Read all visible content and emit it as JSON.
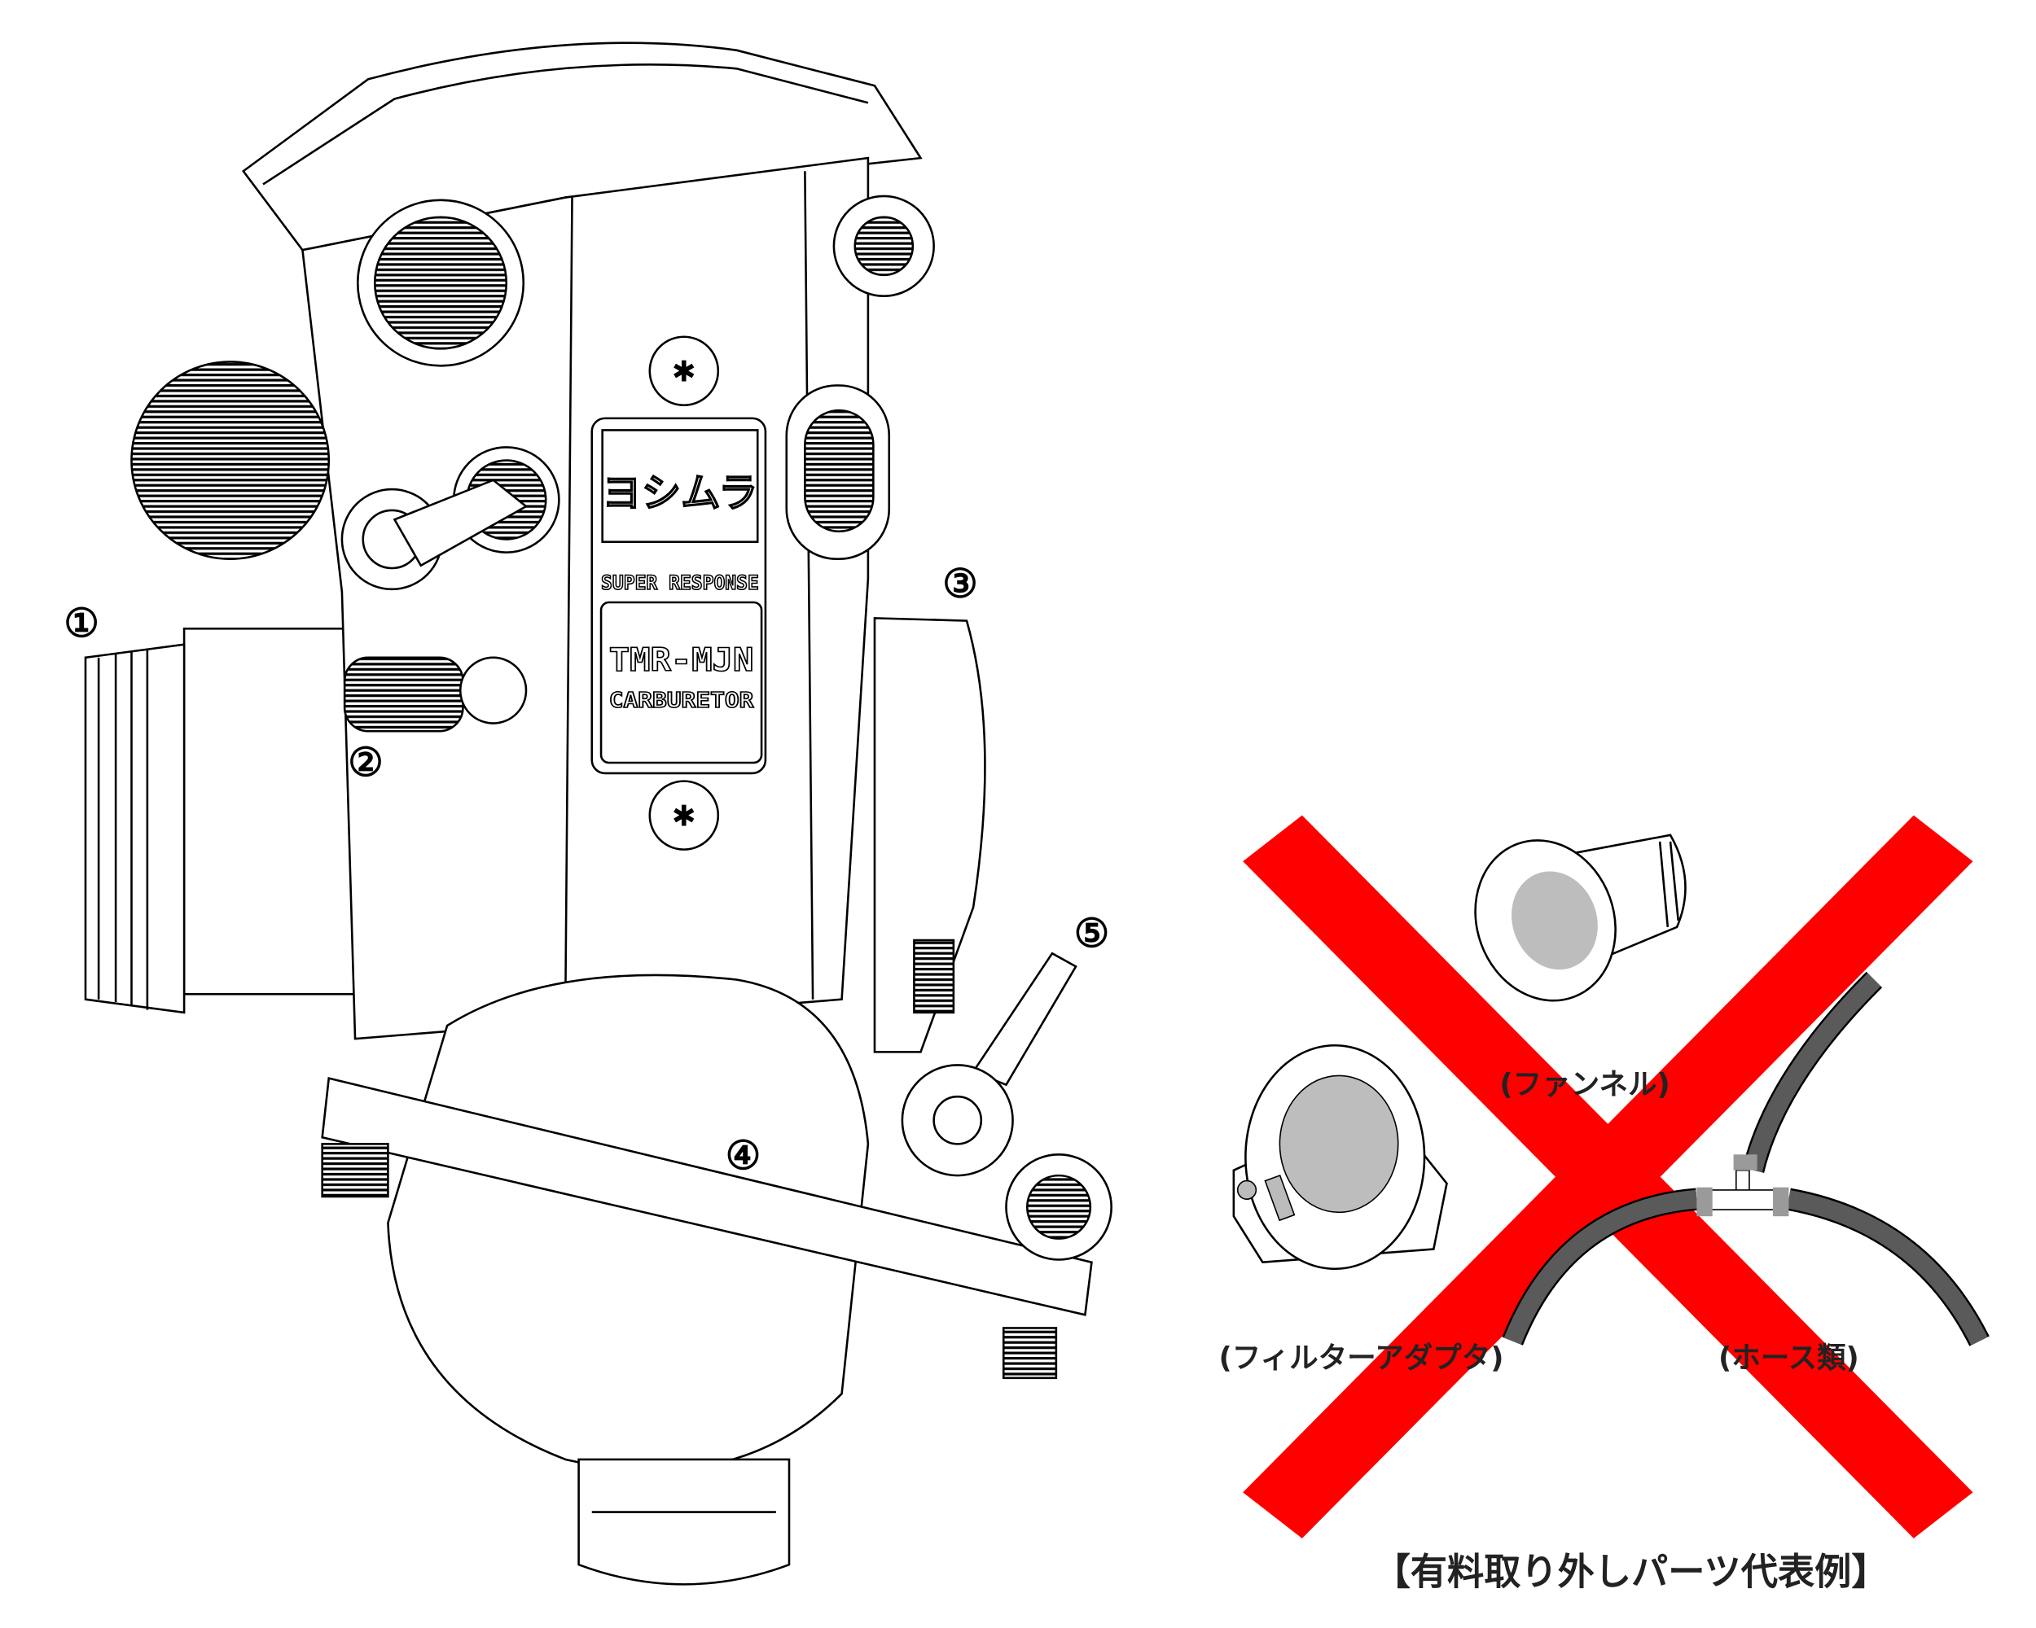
{
  "callouts": {
    "n1": "①",
    "n2": "②",
    "n3": "③",
    "n4": "④",
    "n5": "⑤"
  },
  "plate": {
    "logo": "ヨシムラ",
    "subtitle": "SUPER RESPONSE",
    "model": "TMR-MJN",
    "type": "CARBURETOR"
  },
  "removal_panel": {
    "funnel_label": "(ファンネル)",
    "filter_adapter_label": "(フィルターアダプタ)",
    "hose_label": "(ホース類)",
    "caption": "【有料取り外しパーツ代表例】",
    "cross_color": "#ff0000",
    "hose_color": "#5a5a5a"
  }
}
